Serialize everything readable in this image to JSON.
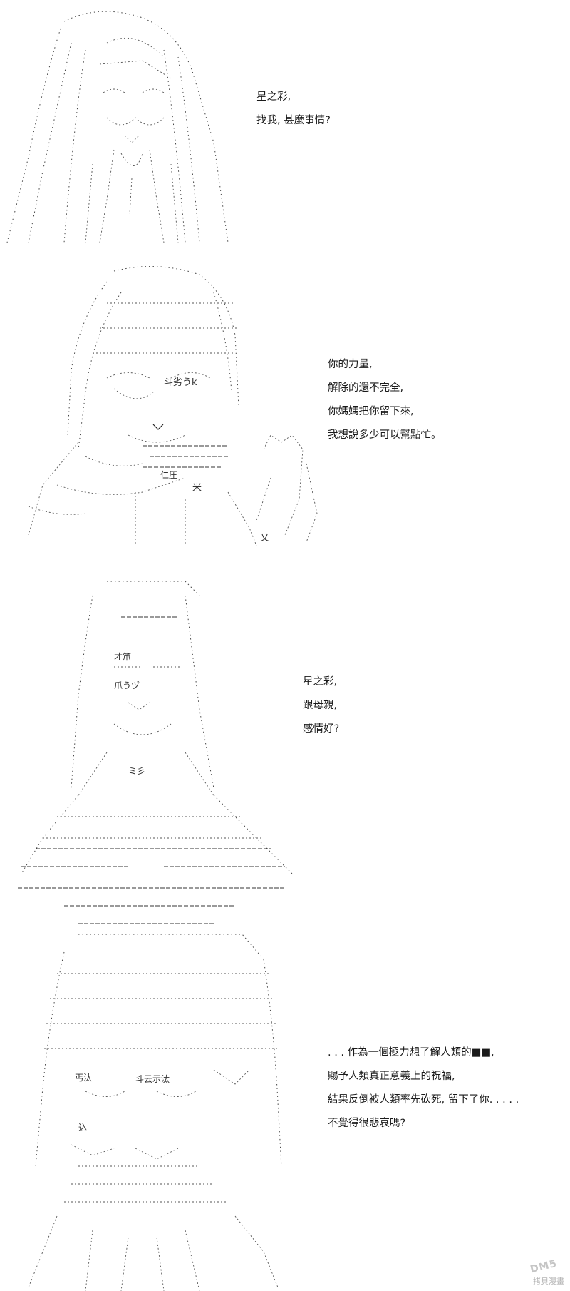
{
  "panels": [
    {
      "lines": [
        "星之彩,",
        "找我, 甚麼事情?"
      ]
    },
    {
      "lines": [
        "你的力量,",
        "解除的還不完全,",
        "你媽媽把你留下來,",
        "我想說多少可以幫點忙。"
      ]
    },
    {
      "lines": [
        "星之彩,",
        "跟母親,",
        "感情好?"
      ]
    },
    {
      "lines": [
        ". . . 作為一個極力想了解人類的■■,",
        "賜予人類真正意義上的祝福,",
        "結果反倒被人類率先砍死, 留下了你. . . . .",
        "不覺得很悲哀嗎?"
      ]
    }
  ],
  "art_labels": {
    "p2_a": "斗劣うk",
    "p2_b": "仁圧",
    "p2_c": "米",
    "p2_d": "乂",
    "p3_a": "才笊",
    "p3_b": "爪うヅ",
    "p3_c": "ミ彡",
    "p4_a": "丐汰",
    "p4_b": "斗云示汰",
    "p4_c": "込"
  },
  "watermark": {
    "logo": "DM5",
    "text": "拷貝漫畫"
  }
}
